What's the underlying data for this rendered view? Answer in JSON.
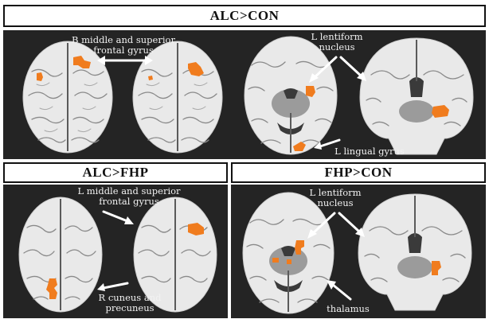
{
  "panels": {
    "top": {
      "title": "ALC>CON",
      "label_frontal": [
        "B middle and superior",
        "frontal gyrus"
      ],
      "label_lentiform": [
        "L lentiform",
        "nucleus"
      ],
      "label_lingual": "L lingual gyrus"
    },
    "bottom_left": {
      "title": "ALC>FHP",
      "label_frontal": [
        "L middle and superior",
        "frontal gyrus"
      ],
      "label_cuneus": [
        "R cuneus and",
        "precuneus"
      ]
    },
    "bottom_right": {
      "title": "FHP>CON",
      "label_lentiform": [
        "L lentiform",
        "nucleus"
      ],
      "label_thalamus": "thalamus"
    }
  },
  "colors": {
    "activation": "#f07c1e",
    "panel_background": "#242424",
    "header_border": "#111111"
  }
}
